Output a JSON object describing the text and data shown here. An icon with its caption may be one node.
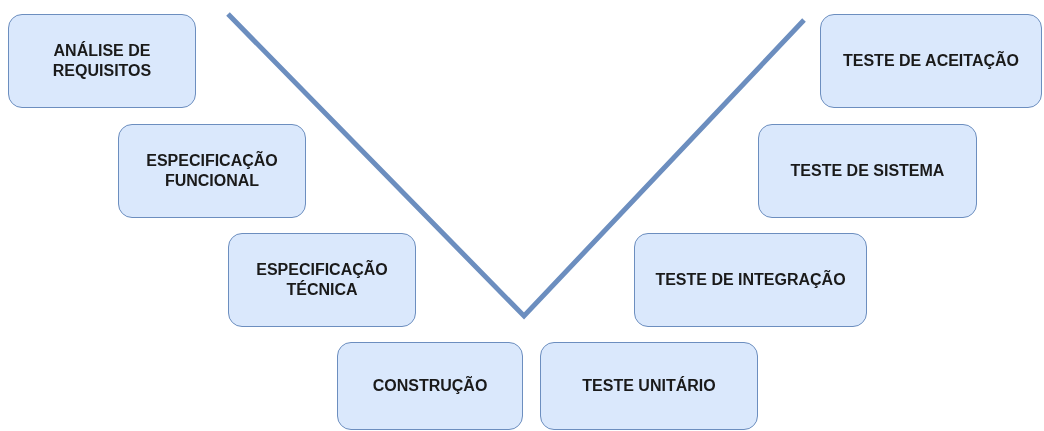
{
  "diagram": {
    "nodes": [
      {
        "text": [
          "ANÁLISE DE REQUISITOS"
        ]
      },
      {
        "text": [
          "ESPECIFICAÇÃO FUNCIONAL"
        ]
      },
      {
        "text": [
          "ESPECIFICAÇÃO TÉCNICA"
        ]
      },
      {
        "text": [
          "CONSTRUÇÃO"
        ]
      },
      {
        "text": [
          "TESTE UNITÁRIO"
        ]
      },
      {
        "text": [
          "TESTE DE INTEGRAÇÃO"
        ]
      },
      {
        "text": [
          "TESTE DE SISTEMA"
        ]
      },
      {
        "text": [
          "TESTE DE ACEITAÇÃO"
        ]
      }
    ],
    "edges": []
  }
}
